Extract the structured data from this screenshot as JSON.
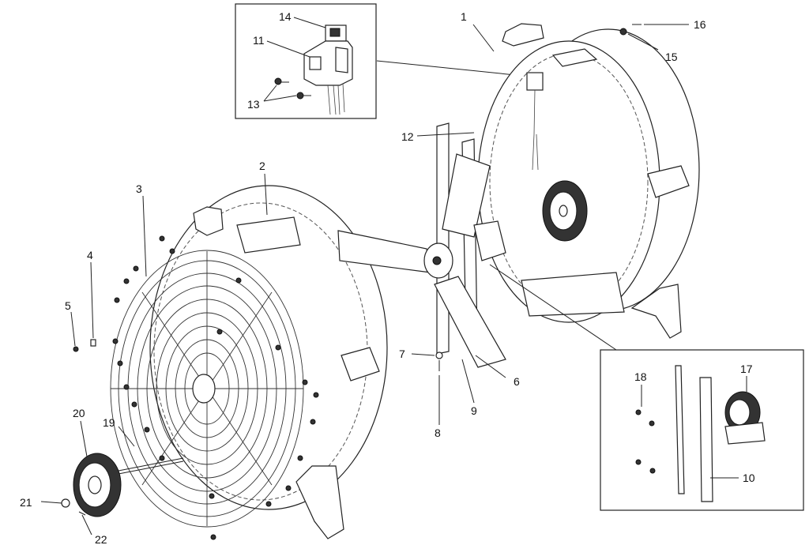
{
  "labels": {
    "p1": "1",
    "p2": "2",
    "p3": "3",
    "p4": "4",
    "p5": "5",
    "p6": "6",
    "p7": "7",
    "p8": "8",
    "p9": "9",
    "p10": "10",
    "p11": "11",
    "p12": "12",
    "p13": "13",
    "p14": "14",
    "p15": "15",
    "p16": "16",
    "p17": "17",
    "p18": "18",
    "p19": "19",
    "p20": "20",
    "p21": "21",
    "p22": "22"
  },
  "colors": {
    "stroke": "#222222",
    "background": "#ffffff"
  }
}
